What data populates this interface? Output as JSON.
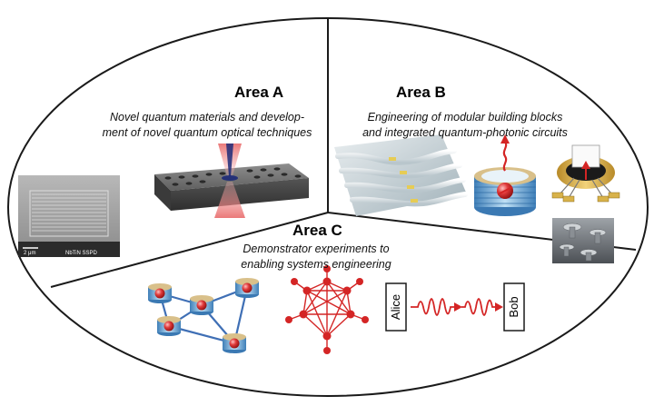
{
  "areas": {
    "a": {
      "title": "Area A",
      "description_line1": "Novel quantum materials and develop-",
      "description_line2": "ment of novel quantum optical techniques"
    },
    "b": {
      "title": "Area B",
      "description_line1": "Engineering of modular building blocks",
      "description_line2": "and integrated quantum-photonic circuits"
    },
    "c": {
      "title": "Area C",
      "description_line1": "Demonstrator experiments to",
      "description_line2": "enabling systems engineering"
    }
  },
  "images": {
    "sem_scale": "2 μm",
    "sem_caption": "NbTiN SSPD"
  },
  "communication": {
    "sender": "Alice",
    "receiver": "Bob"
  },
  "colors": {
    "accent_red": "#d42525",
    "outline": "#1a1a1a"
  }
}
